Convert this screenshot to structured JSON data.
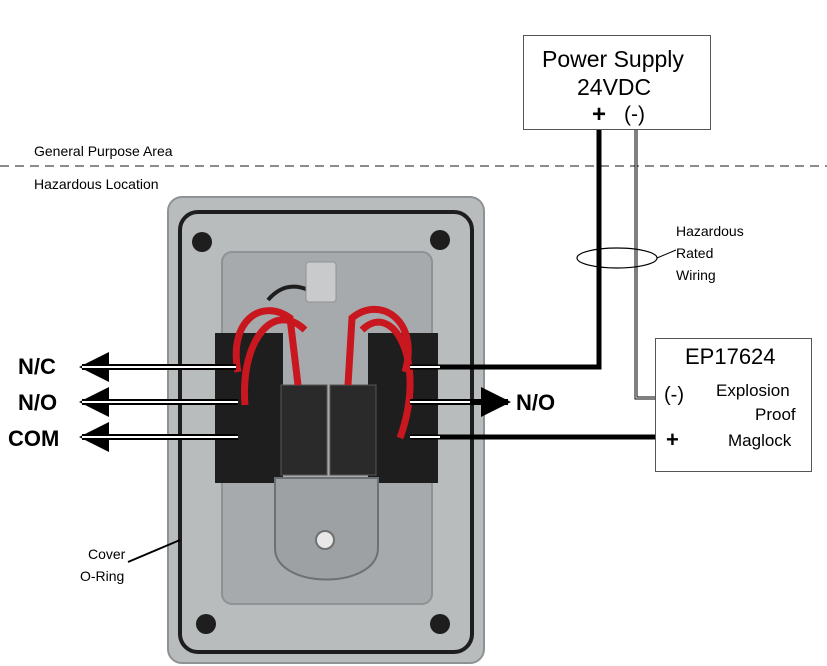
{
  "power_supply": {
    "title": "Power Supply",
    "voltage": "24VDC",
    "plus": "+",
    "minus": "(-)"
  },
  "areas": {
    "general": "General Purpose Area",
    "hazardous": "Hazardous Location"
  },
  "wiring_note": {
    "line1": "Hazardous",
    "line2": "Rated",
    "line3": "Wiring"
  },
  "maglock": {
    "model": "EP17624",
    "minus": "(-)",
    "line1": "Explosion",
    "line2": "Proof",
    "plus": "+",
    "line3": "Maglock"
  },
  "terminals": {
    "nc": "N/C",
    "no_left": "N/O",
    "com": "COM",
    "no_right": "N/O"
  },
  "cover": {
    "line1": "Cover",
    "line2": "O-Ring"
  },
  "colors": {
    "wire_red": "#c8171e",
    "metal": "#b9bcbd",
    "metal_dark": "#8f9294",
    "block_black": "#1e1e1e"
  }
}
